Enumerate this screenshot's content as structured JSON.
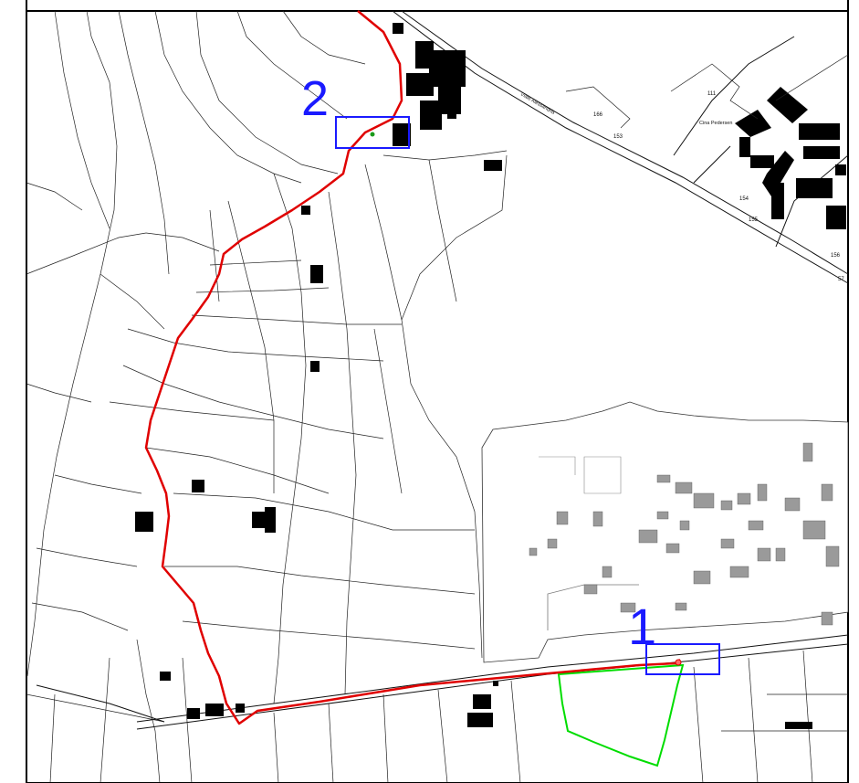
{
  "map": {
    "markers": [
      {
        "label": "1",
        "color": "#1a1aff"
      },
      {
        "label": "2",
        "color": "#1a1aff"
      }
    ],
    "route_color": "#e00000",
    "parcel_color": "#00dd00",
    "box_color": "#1a1aff",
    "parcel_numbers": [
      "166",
      "153",
      "111",
      "154",
      "155",
      "156",
      "57"
    ],
    "street_labels": [
      "Viale Alessandria",
      "Cina Pedersen"
    ]
  }
}
